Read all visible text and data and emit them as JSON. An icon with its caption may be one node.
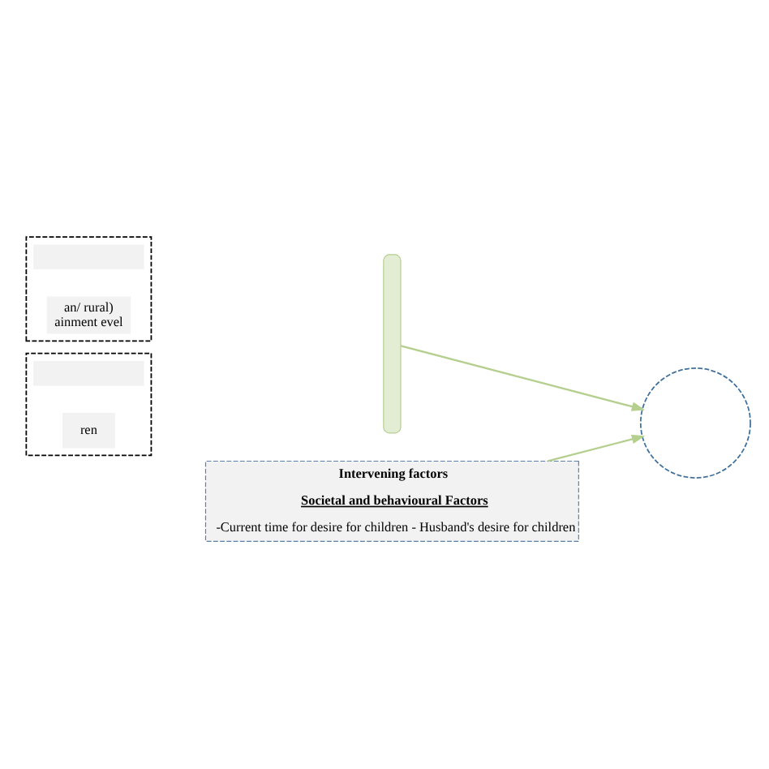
{
  "diagram": {
    "nodes": [
      {
        "text": [],
        "shape": "box"
      },
      {
        "text": [],
        "shape": "box",
        "in": 0
      },
      {
        "text": [
          "an/ rural)",
          "ainment evel"
        ],
        "in": 0
      },
      {
        "text": [],
        "shape": "box"
      },
      {
        "text": [],
        "shape": "box",
        "in": 3
      },
      {
        "text": [
          "ren"
        ],
        "in": 3
      },
      {
        "text": [],
        "shape": "brace"
      },
      {
        "text": [
          "Intervening factors",
          "Societal and behavioural Factors",
          "-Current time for desire for children - Husband's desire for children"
        ]
      },
      {
        "text": [],
        "shape": "circle"
      }
    ],
    "edges": [
      {
        "from": 6,
        "to": 8,
        "arrow": "to"
      },
      {
        "from": 7,
        "to": 8,
        "arrow": "to"
      }
    ]
  }
}
